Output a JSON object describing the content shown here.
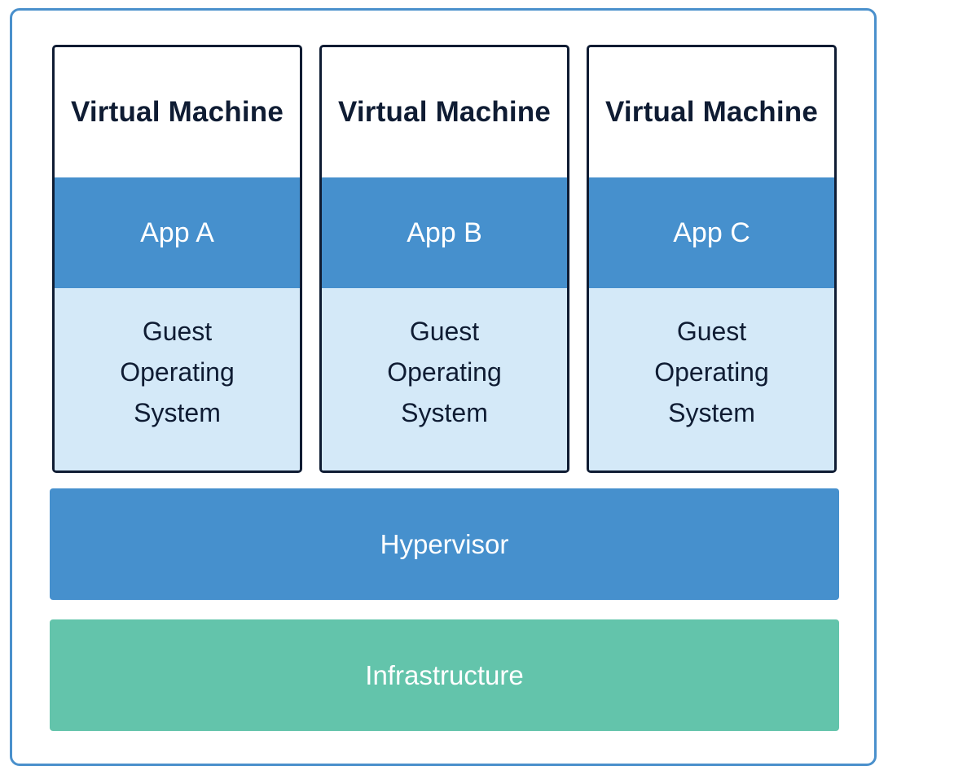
{
  "virtual_machines": [
    {
      "title": "Virtual Machine",
      "app": "App A",
      "guest_os": "Guest\nOperating\nSystem"
    },
    {
      "title": "Virtual Machine",
      "app": "App B",
      "guest_os": "Guest\nOperating\nSystem"
    },
    {
      "title": "Virtual Machine",
      "app": "App C",
      "guest_os": "Guest\nOperating\nSystem"
    }
  ],
  "layers": {
    "hypervisor": "Hypervisor",
    "infrastructure": "Infrastructure"
  },
  "colors": {
    "frame_border": "#4a90cc",
    "vm_border": "#0f1c33",
    "app_layer": "#4690cd",
    "guest_os_layer": "#d4e9f8",
    "hypervisor_layer": "#4690cd",
    "infrastructure_layer": "#63c4ab",
    "dark_text": "#0f1c33",
    "light_text": "#ffffff"
  }
}
